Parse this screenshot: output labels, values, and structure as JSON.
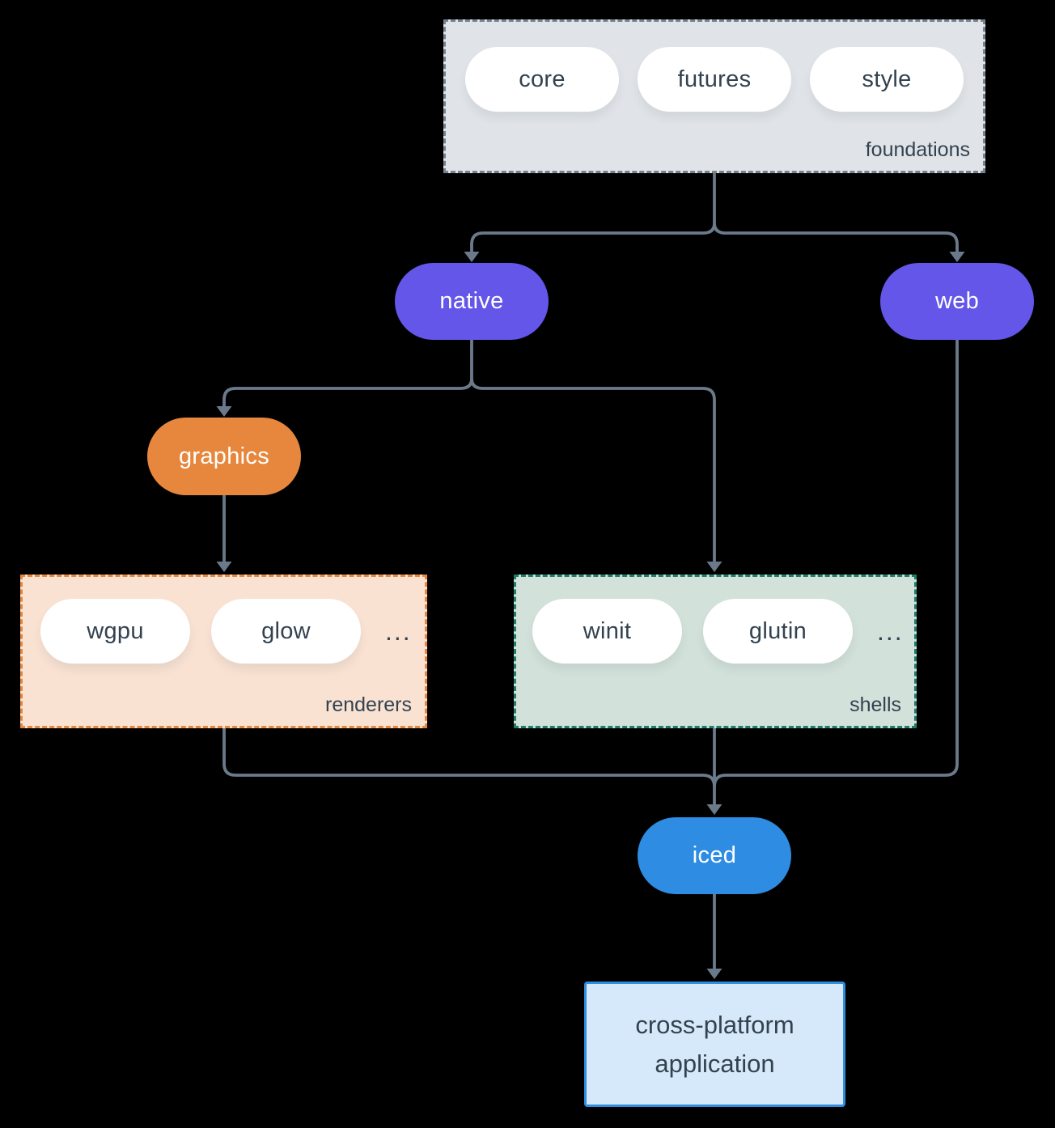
{
  "diagram": {
    "foundations": {
      "label": "foundations",
      "pills": [
        "core",
        "futures",
        "style"
      ]
    },
    "native": {
      "label": "native"
    },
    "web": {
      "label": "web"
    },
    "graphics": {
      "label": "graphics"
    },
    "renderers": {
      "label": "renderers",
      "pills": [
        "wgpu",
        "glow"
      ],
      "ellipsis": "..."
    },
    "shells": {
      "label": "shells",
      "pills": [
        "winit",
        "glutin"
      ],
      "ellipsis": "..."
    },
    "iced": {
      "label": "iced"
    },
    "application": {
      "label": "cross-platform application"
    }
  },
  "colors": {
    "background": "#000000",
    "violet_node": "#6356e8",
    "orange_node": "#e6873d",
    "blue_node": "#2e8ce2",
    "foundations_fill": "#e0e4e8",
    "foundations_border": "#76828f",
    "renderers_fill": "#f9e2d2",
    "renderers_border": "#e8873c",
    "shells_fill": "#d2e1da",
    "shells_border": "#1f7d6a",
    "app_fill": "#d6e9fa",
    "app_border": "#2f8ee0",
    "pill_fill": "#ffffff",
    "text_dark": "#33424f",
    "arrow": "#6b7a8b"
  }
}
